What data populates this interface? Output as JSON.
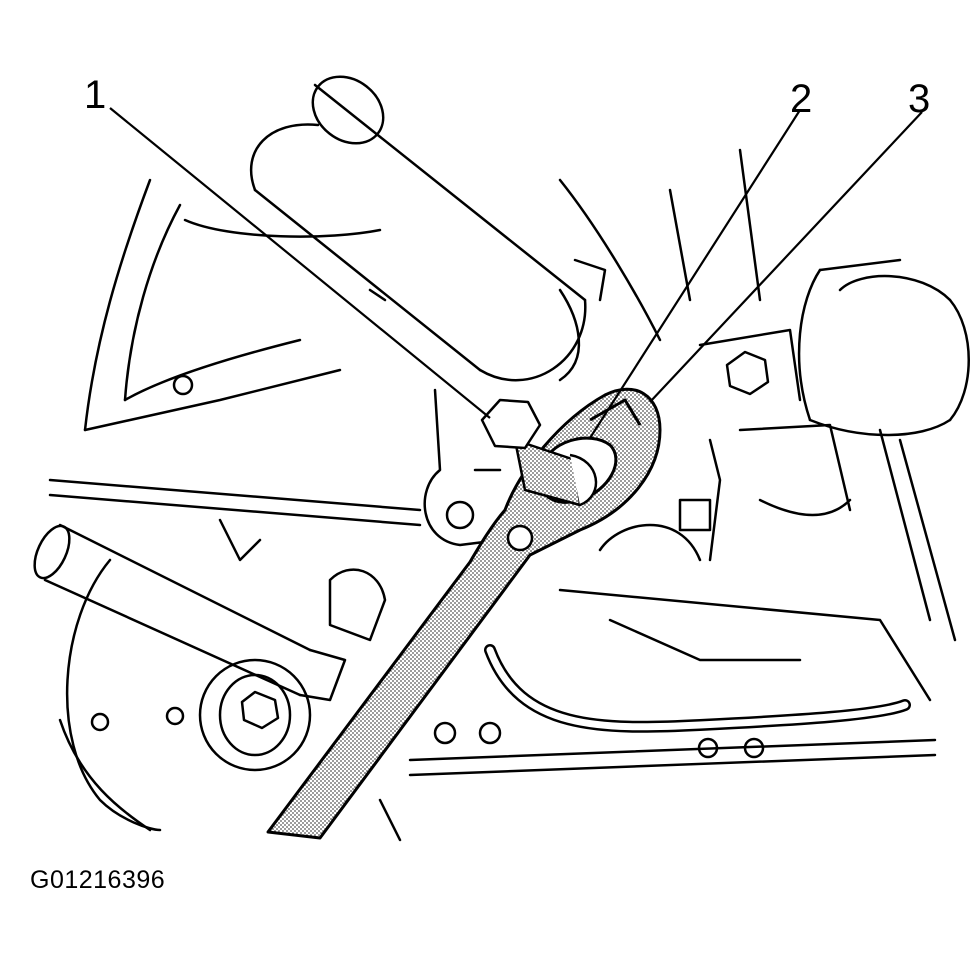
{
  "callouts": [
    {
      "label": "1"
    },
    {
      "label": "2"
    },
    {
      "label": "3"
    }
  ],
  "figure_id": "G01216396",
  "colors": {
    "ink": "#000000",
    "paper": "#ffffff",
    "stipple": "#b5b5b5"
  }
}
